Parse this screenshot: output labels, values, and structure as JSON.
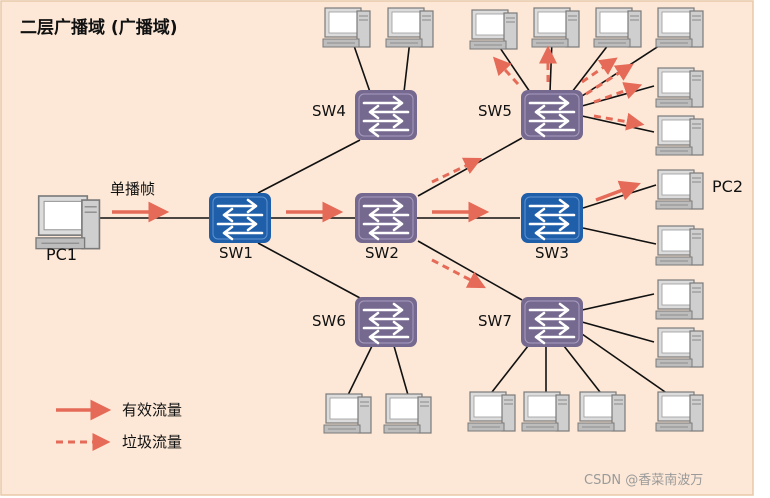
{
  "title": "二层广播域 (广播域)",
  "frame_label": "单播帧",
  "devices": {
    "pc1": "PC1",
    "pc2": "PC2",
    "sw1": "SW1",
    "sw2": "SW2",
    "sw3": "SW3",
    "sw4": "SW4",
    "sw5": "SW5",
    "sw6": "SW6",
    "sw7": "SW7"
  },
  "legend": {
    "effective": "有效流量",
    "junk": "垃圾流量"
  },
  "watermark": "CSDN @香菜南波万",
  "colors": {
    "background": "#fde8d7",
    "border": "#e8c9a8",
    "switch_blue": "#1f5ea8",
    "switch_purple": "#76698f",
    "arrow": "#e56a57",
    "link": "#111111"
  }
}
